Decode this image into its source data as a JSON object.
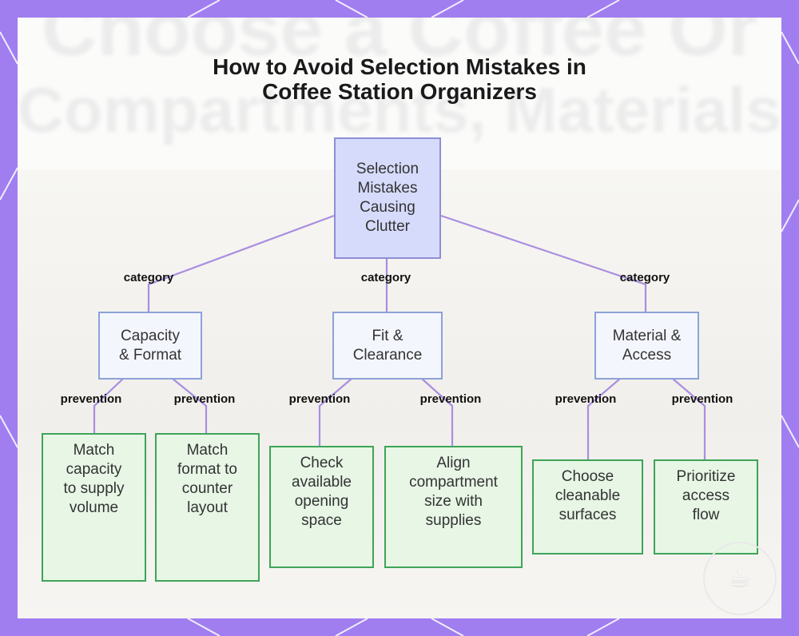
{
  "diagram": {
    "title_line1": "How to Avoid Selection Mistakes in",
    "title_line2": "Coffee Station Organizers",
    "background_text_line1": "Choose a Coffee Or",
    "background_text_line2": "Compartments, Materials & L",
    "root": {
      "line1": "Selection",
      "line2": "Mistakes",
      "line3": "Causing",
      "line4": "Clutter"
    },
    "edge_category_label": "category",
    "edge_prevention_label": "prevention",
    "categories": [
      {
        "line1": "Capacity",
        "line2": "& Format"
      },
      {
        "line1": "Fit &",
        "line2": "Clearance"
      },
      {
        "line1": "Material &",
        "line2": "Access"
      }
    ],
    "leaves": [
      {
        "line1": "Match",
        "line2": "capacity",
        "line3": "to supply",
        "line4": "volume"
      },
      {
        "line1": "Match",
        "line2": "format to",
        "line3": "counter",
        "line4": "layout"
      },
      {
        "line1": "Check",
        "line2": "available",
        "line3": "opening",
        "line4": "space"
      },
      {
        "line1": "Align",
        "line2": "compartment",
        "line3": "size with",
        "line4": "supplies"
      },
      {
        "line1": "Choose",
        "line2": "cleanable",
        "line3": "surfaces"
      },
      {
        "line1": "Prioritize",
        "line2": "access",
        "line3": "flow"
      }
    ]
  },
  "colors": {
    "frame": "#a07ef0",
    "frame_lines": "#ffffff",
    "edge": "#a98ee0",
    "root_fill": "#d6dbfb",
    "root_border": "#8e8fd6",
    "category_fill": "#f4f6fd",
    "category_border": "#8ca3d8",
    "leaf_fill": "#e7f6e5",
    "leaf_border": "#3ea458"
  },
  "icons": {
    "watermark": "coffee-cup-icon"
  }
}
